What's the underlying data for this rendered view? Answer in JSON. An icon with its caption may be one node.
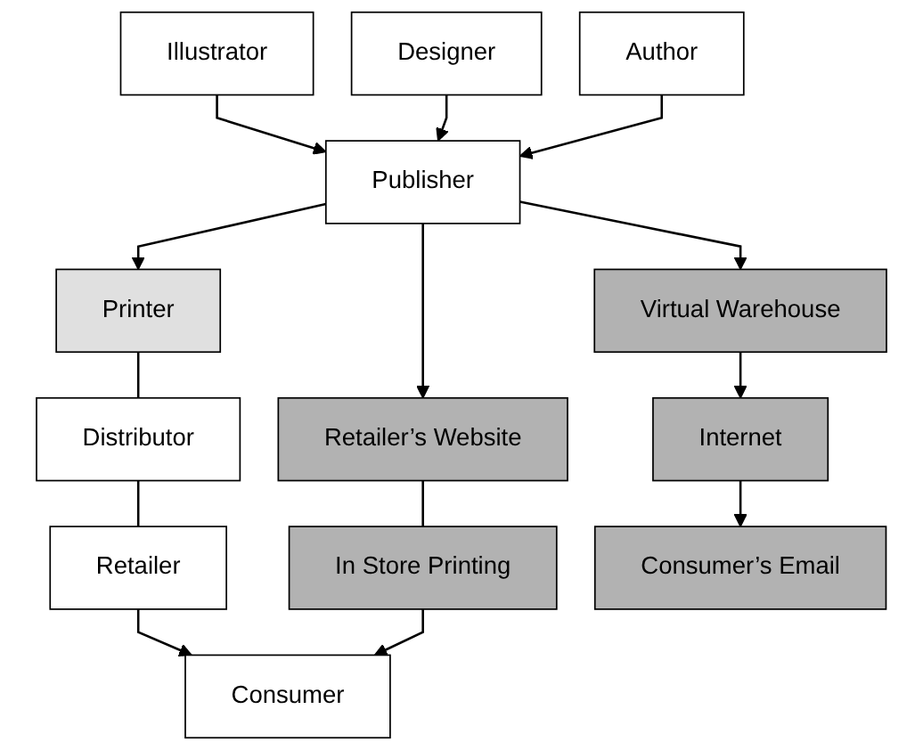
{
  "diagram": {
    "nodes": [
      {
        "text": [
          "Illustrator"
        ]
      },
      {
        "text": [
          "Designer"
        ]
      },
      {
        "text": [
          "Author"
        ]
      },
      {
        "text": [
          "Publisher"
        ]
      },
      {
        "text": [
          "Printer"
        ]
      },
      {
        "text": [
          "Retailer’s Website"
        ]
      },
      {
        "text": [
          "Virtual Warehouse"
        ]
      },
      {
        "text": [
          "Distributor"
        ]
      },
      {
        "text": [
          "In Store Printing"
        ]
      },
      {
        "text": [
          "Internet"
        ]
      },
      {
        "text": [
          "Retailer"
        ]
      },
      {
        "text": [
          "Consumer’s Email"
        ]
      },
      {
        "text": [
          "Consumer"
        ]
      }
    ],
    "edges": [
      {
        "from": 0,
        "to": 3,
        "arrow": "to"
      },
      {
        "from": 1,
        "to": 3,
        "arrow": "to"
      },
      {
        "from": 2,
        "to": 3,
        "arrow": "to"
      },
      {
        "from": 3,
        "to": 4,
        "arrow": "to"
      },
      {
        "from": 3,
        "to": 5,
        "arrow": "to"
      },
      {
        "from": 3,
        "to": 6,
        "arrow": "to"
      },
      {
        "from": 4,
        "to": 7,
        "arrow": "none"
      },
      {
        "from": 7,
        "to": 10,
        "arrow": "none"
      },
      {
        "from": 10,
        "to": 12,
        "arrow": "to"
      },
      {
        "from": 5,
        "to": 8,
        "arrow": "none"
      },
      {
        "from": 8,
        "to": 12,
        "arrow": "to"
      },
      {
        "from": 6,
        "to": 9,
        "arrow": "to"
      },
      {
        "from": 9,
        "to": 11,
        "arrow": "to"
      }
    ]
  }
}
